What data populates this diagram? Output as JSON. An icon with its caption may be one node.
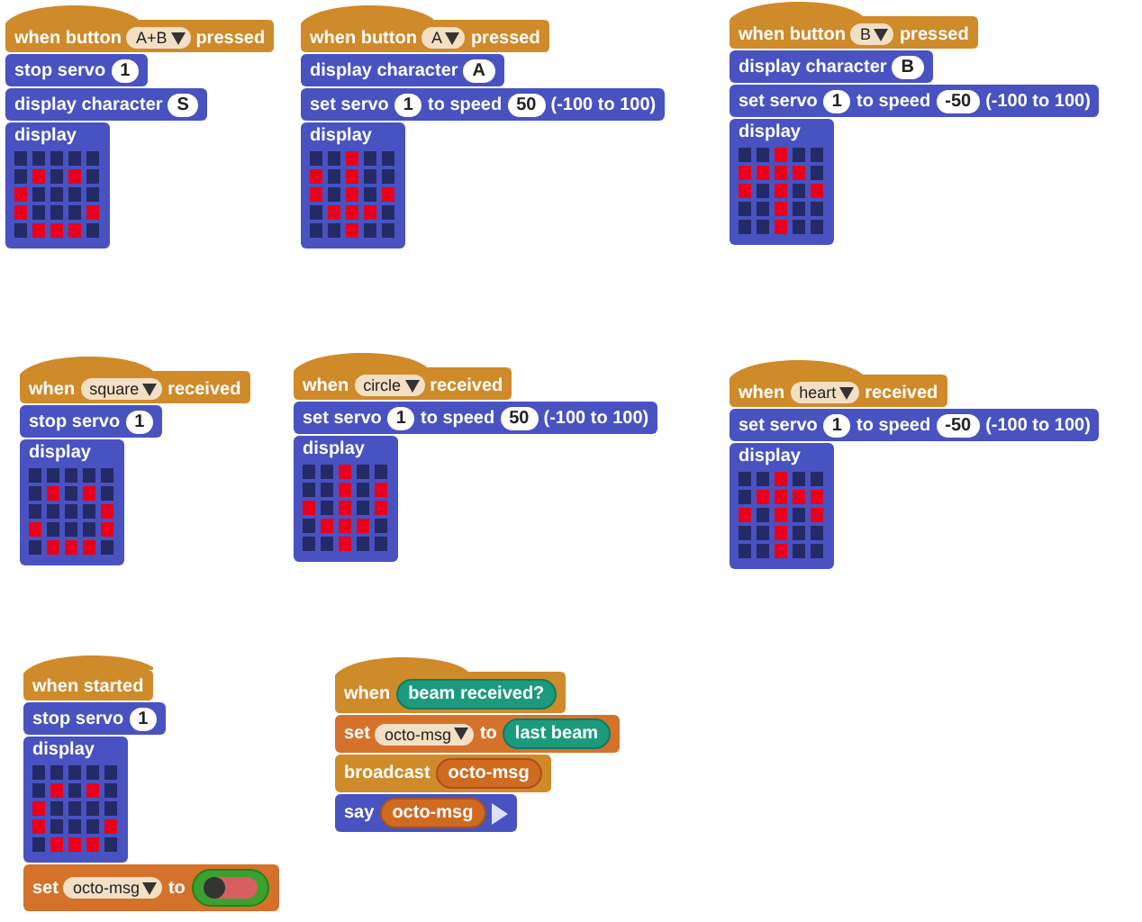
{
  "diagram": {
    "nodes": [
      {
        "text": [
          "when button",
          "A+B",
          "pressed"
        ]
      },
      {
        "text": [
          "stop servo",
          "1"
        ]
      },
      {
        "text": [
          "display character",
          "S"
        ]
      },
      {
        "text": [
          "display"
        ]
      },
      {
        "text": [
          "when button",
          "A",
          "pressed"
        ]
      },
      {
        "text": [
          "display character",
          "A"
        ]
      },
      {
        "text": [
          "set servo",
          "1",
          "to speed",
          "50",
          "(-100 to 100)"
        ]
      },
      {
        "text": [
          "display"
        ]
      },
      {
        "text": [
          "when button",
          "B",
          "pressed"
        ]
      },
      {
        "text": [
          "display character",
          "B"
        ]
      },
      {
        "text": [
          "set servo",
          "1",
          "to speed",
          "-50",
          "(-100 to 100)"
        ]
      },
      {
        "text": [
          "display"
        ]
      },
      {
        "text": [
          "when",
          "square",
          "received"
        ]
      },
      {
        "text": [
          "stop servo",
          "1"
        ]
      },
      {
        "text": [
          "display"
        ]
      },
      {
        "text": [
          "when",
          "circle",
          "received"
        ]
      },
      {
        "text": [
          "set servo",
          "1",
          "to speed",
          "50",
          "(-100 to 100)"
        ]
      },
      {
        "text": [
          "display"
        ]
      },
      {
        "text": [
          "when",
          "heart",
          "received"
        ]
      },
      {
        "text": [
          "set servo",
          "1",
          "to speed",
          "-50",
          "(-100 to 100)"
        ]
      },
      {
        "text": [
          "display"
        ]
      },
      {
        "text": [
          "when started"
        ]
      },
      {
        "text": [
          "stop servo",
          "1"
        ]
      },
      {
        "text": [
          "display"
        ]
      },
      {
        "text": [
          "set",
          "octo-msg",
          "to"
        ]
      },
      {
        "text": [
          "when",
          "beam received?"
        ]
      },
      {
        "text": [
          "set",
          "octo-msg",
          "to",
          "last beam"
        ]
      },
      {
        "text": [
          "broadcast",
          "octo-msg"
        ]
      },
      {
        "text": [
          "say",
          "octo-msg"
        ]
      }
    ]
  }
}
